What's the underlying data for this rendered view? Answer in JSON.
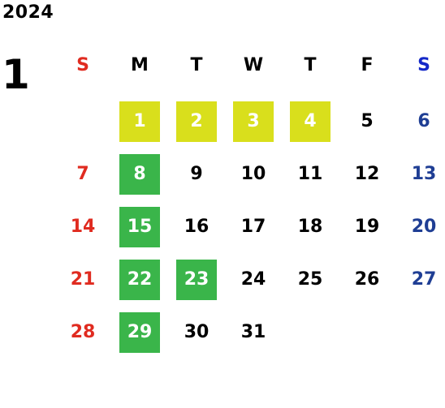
{
  "calendar": {
    "year": "2024",
    "month": "1",
    "weekdays": [
      {
        "label": "S",
        "color": "#e02b20"
      },
      {
        "label": "M",
        "color": "#000000"
      },
      {
        "label": "T",
        "color": "#000000"
      },
      {
        "label": "W",
        "color": "#000000"
      },
      {
        "label": "T",
        "color": "#000000"
      },
      {
        "label": "F",
        "color": "#000000"
      },
      {
        "label": "S",
        "color": "#1428c8"
      }
    ],
    "colors": {
      "sunday": "#e02b20",
      "saturday": "#1f3e94",
      "highlight_yellow": "#d9df1c",
      "highlight_green": "#3ab54a"
    },
    "weeks": [
      [
        null,
        {
          "day": "1",
          "highlight": "yellow"
        },
        {
          "day": "2",
          "highlight": "yellow"
        },
        {
          "day": "3",
          "highlight": "yellow"
        },
        {
          "day": "4",
          "highlight": "yellow"
        },
        {
          "day": "5"
        },
        {
          "day": "6"
        }
      ],
      [
        {
          "day": "7"
        },
        {
          "day": "8",
          "highlight": "green"
        },
        {
          "day": "9"
        },
        {
          "day": "10"
        },
        {
          "day": "11"
        },
        {
          "day": "12"
        },
        {
          "day": "13"
        }
      ],
      [
        {
          "day": "14"
        },
        {
          "day": "15",
          "highlight": "green"
        },
        {
          "day": "16"
        },
        {
          "day": "17"
        },
        {
          "day": "18"
        },
        {
          "day": "19"
        },
        {
          "day": "20"
        }
      ],
      [
        {
          "day": "21"
        },
        {
          "day": "22",
          "highlight": "green"
        },
        {
          "day": "23",
          "highlight": "green"
        },
        {
          "day": "24"
        },
        {
          "day": "25"
        },
        {
          "day": "26"
        },
        {
          "day": "27"
        }
      ],
      [
        {
          "day": "28"
        },
        {
          "day": "29",
          "highlight": "green"
        },
        {
          "day": "30"
        },
        {
          "day": "31"
        },
        null,
        null,
        null
      ]
    ]
  }
}
